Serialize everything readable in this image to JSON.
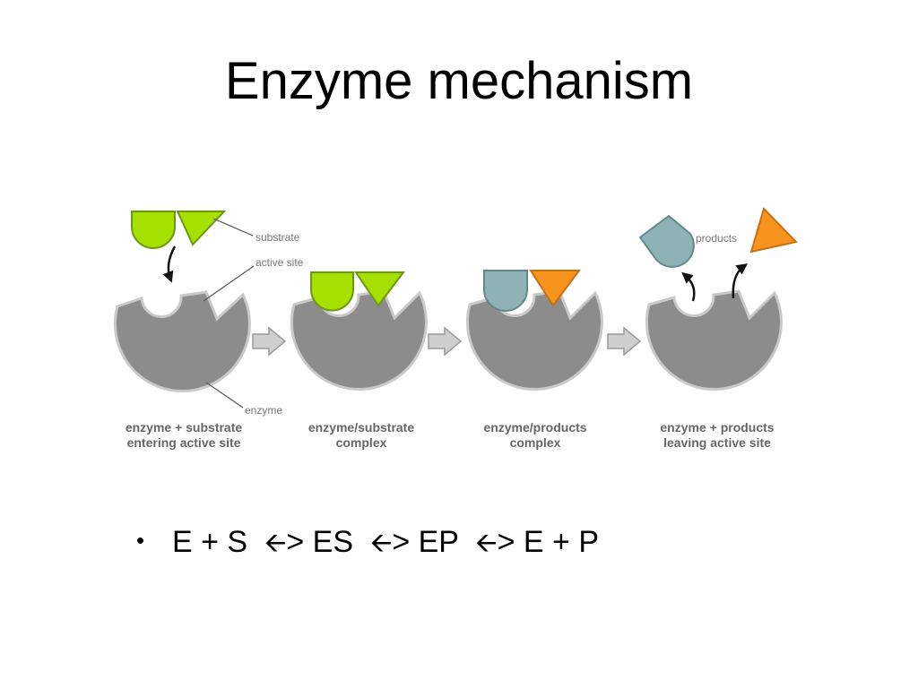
{
  "slide": {
    "title": "Enzyme mechanism"
  },
  "diagram": {
    "callouts": {
      "substrate": "substrate",
      "active_site": "active site",
      "enzyme": "enzyme",
      "products": "products"
    },
    "panels": [
      {
        "line1": "enzyme + substrate",
        "line2": "entering active site"
      },
      {
        "line1": "enzyme/substrate",
        "line2": "complex"
      },
      {
        "line1": "enzyme/products",
        "line2": "complex"
      },
      {
        "line1": "enzyme + products",
        "line2": "leaving active site"
      }
    ],
    "colors": {
      "enzyme": "#8c8c8c",
      "enzyme_edge": "#c9c9c9",
      "substrate": "#a6e000",
      "substrate_edge": "#6b9a10",
      "product_left": "#8fb3b5",
      "product_left_edge": "#5f8a8c",
      "product_right": "#f7941d",
      "product_right_edge": "#c96f10",
      "step_arrow": "#cfcfcf"
    }
  },
  "equation": {
    "bullet": "•",
    "parts": [
      "E + S  ",
      "> ES  ",
      "> EP  ",
      "> E + P"
    ],
    "arrow_glyph": "🡨"
  }
}
